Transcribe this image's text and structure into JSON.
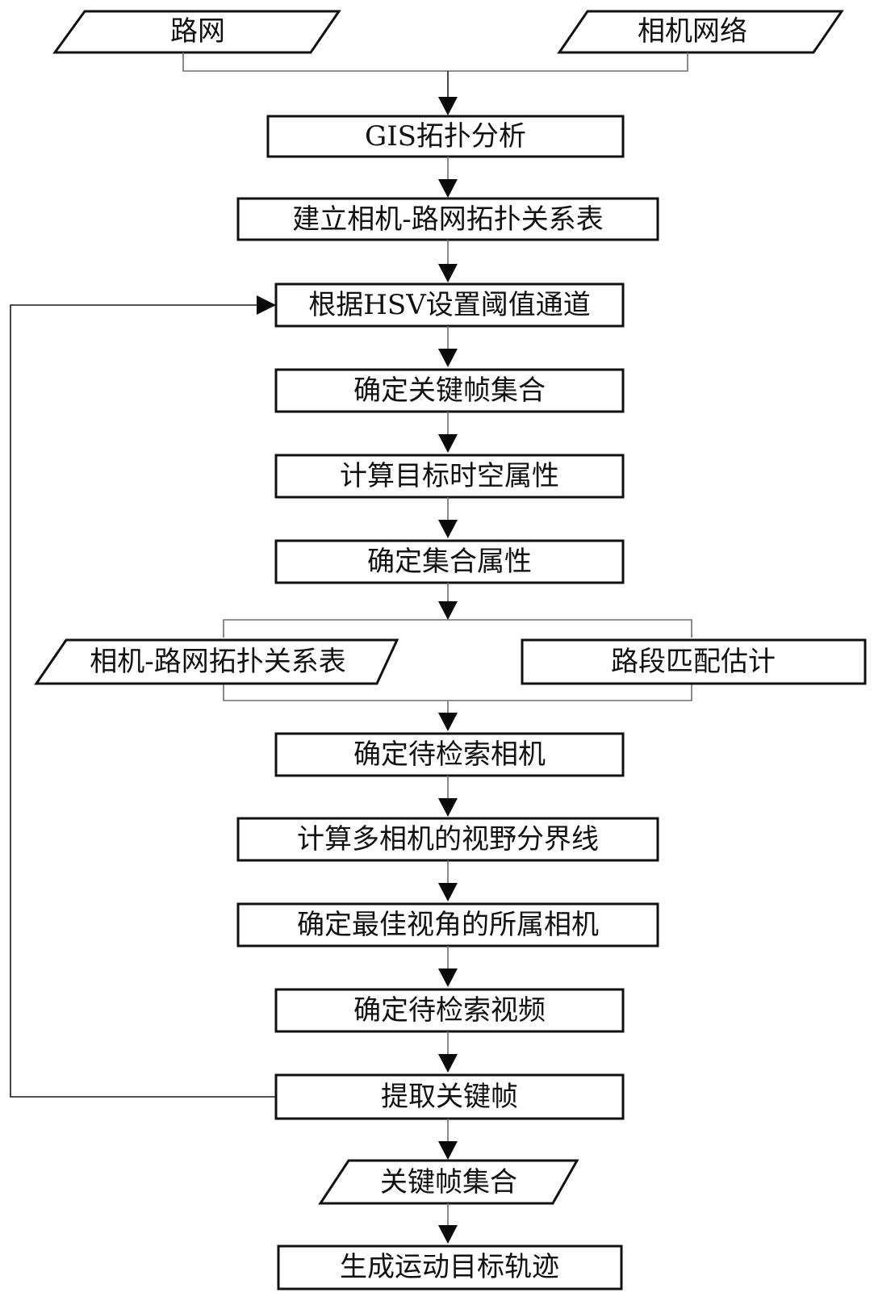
{
  "diagram": {
    "type": "flowchart",
    "inputs": {
      "road_network": "路网",
      "camera_network": "相机网络"
    },
    "steps": [
      "GIS拓扑分析",
      "建立相机-路网拓扑关系表",
      "根据HSV设置阈值通道",
      "确定关键帧集合",
      "计算目标时空属性",
      "确定集合属性"
    ],
    "branch": {
      "left_data": "相机-路网拓扑关系表",
      "right_process": "路段匹配估计"
    },
    "steps_after_branch": [
      "确定待检索相机",
      "计算多相机的视野分界线",
      "确定最佳视角的所属相机",
      "确定待检索视频",
      "提取关键帧"
    ],
    "output_data": "关键帧集合",
    "final_step": "生成运动目标轨迹",
    "loop": {
      "from": "提取关键帧",
      "to": "根据HSV设置阈值通道"
    }
  }
}
